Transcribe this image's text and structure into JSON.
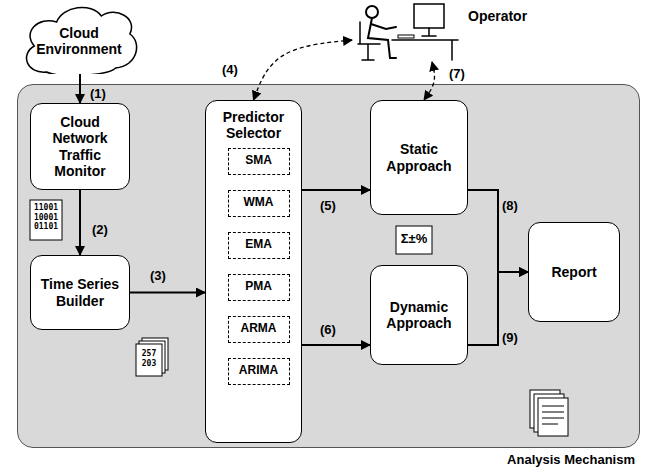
{
  "diagram": {
    "nodes": [
      {
        "text": [
          "Cloud Environment"
        ]
      },
      {
        "text": [
          "Operator"
        ]
      },
      {
        "text": [
          "Analysis Mechanism"
        ]
      },
      {
        "text": [
          "Cloud Network Traffic Monitor"
        ],
        "in": 2
      },
      {
        "text": [
          "Time Series Builder"
        ],
        "in": 2
      },
      {
        "text": [
          "Predictor Selector"
        ],
        "in": 2
      },
      {
        "text": [
          "SMA"
        ],
        "in": 5
      },
      {
        "text": [
          "WMA"
        ],
        "in": 5
      },
      {
        "text": [
          "EMA"
        ],
        "in": 5
      },
      {
        "text": [
          "PMA"
        ],
        "in": 5
      },
      {
        "text": [
          "ARMA"
        ],
        "in": 5
      },
      {
        "text": [
          "ARIMA"
        ],
        "in": 5
      },
      {
        "text": [
          "Static Approach"
        ],
        "in": 2
      },
      {
        "text": [
          "Dynamic Approach"
        ],
        "in": 2
      },
      {
        "text": [
          "Report"
        ],
        "in": 2
      }
    ],
    "edges": [
      {
        "from": 0,
        "to": 3,
        "label": "(1)",
        "arrow": "to"
      },
      {
        "from": 1,
        "to": 5,
        "label": "(4)",
        "arrow": "both"
      },
      {
        "from": 3,
        "to": 4,
        "label": "(2)",
        "arrow": "to"
      },
      {
        "from": 4,
        "to": 5,
        "label": "(3)",
        "arrow": "to"
      },
      {
        "from": 5,
        "to": 12,
        "label": "(5)",
        "arrow": "to"
      },
      {
        "from": 5,
        "to": 13,
        "label": "(6)",
        "arrow": "to"
      },
      {
        "from": 1,
        "to": 12,
        "label": "(7)",
        "arrow": "both"
      },
      {
        "from": 12,
        "to": 14,
        "label": "(8)",
        "arrow": "to"
      },
      {
        "from": 13,
        "to": 14,
        "label": "(9)",
        "arrow": "to"
      }
    ],
    "labels": [
      "11001 10001 01101",
      "257 203",
      "Σ±%"
    ]
  }
}
